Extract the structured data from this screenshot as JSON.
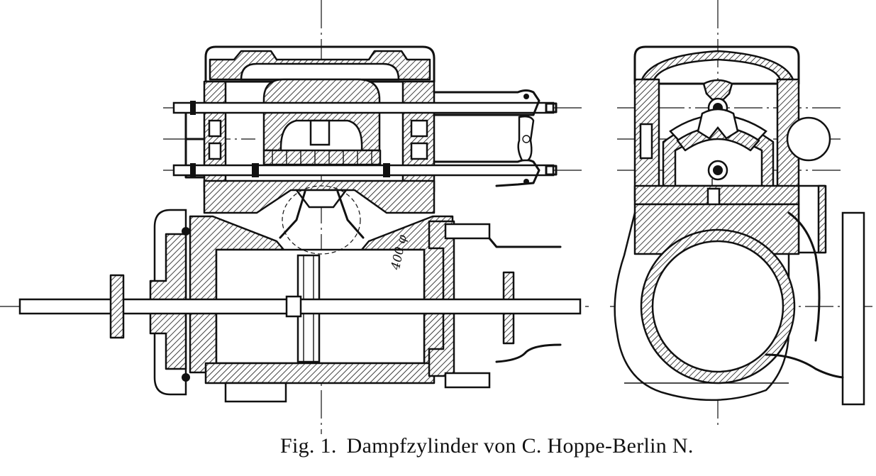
{
  "figure": {
    "number": "Fig. 1.",
    "title": "Dampfzylinder von C. Hoppe-Berlin N.",
    "dimension_label": "400 φ"
  },
  "colors": {
    "ink": "#111111",
    "paper": "#ffffff"
  }
}
